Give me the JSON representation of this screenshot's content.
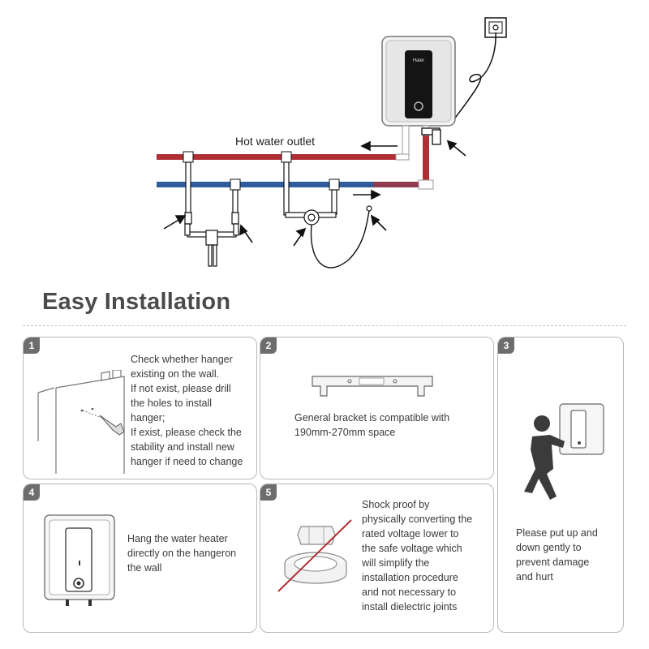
{
  "diagram": {
    "hot_water_outlet_label": "Hot water outlet",
    "heater_brand": "Haier",
    "colors": {
      "hot_pipe": "#b02f35",
      "cold_pipe": "#2f5c9c",
      "line": "#111111"
    }
  },
  "section": {
    "title": "Easy Installation"
  },
  "steps": [
    {
      "number": "1",
      "text": "Check whether hanger\nexisting on the wall.\nIf not exist, please drill\nthe holes to install\nhanger;\nIf exist, please check the\nstability and install new\nhanger if need to change"
    },
    {
      "number": "2",
      "text": "General bracket is compatible with\n190mm-270mm space"
    },
    {
      "number": "3",
      "text": "Please put up and\ndown gently to\nprevent damage\nand hurt"
    },
    {
      "number": "4",
      "text": "Hang the water heater\ndirectly on the hangeron\nthe wall"
    },
    {
      "number": "5",
      "text": "Shock proof by\nphysically converting the\nrated voltage lower to\nthe safe voltage which\nwill simplify the\ninstallation procedure\nand not necessary to\ninstall dielectric joints"
    }
  ]
}
